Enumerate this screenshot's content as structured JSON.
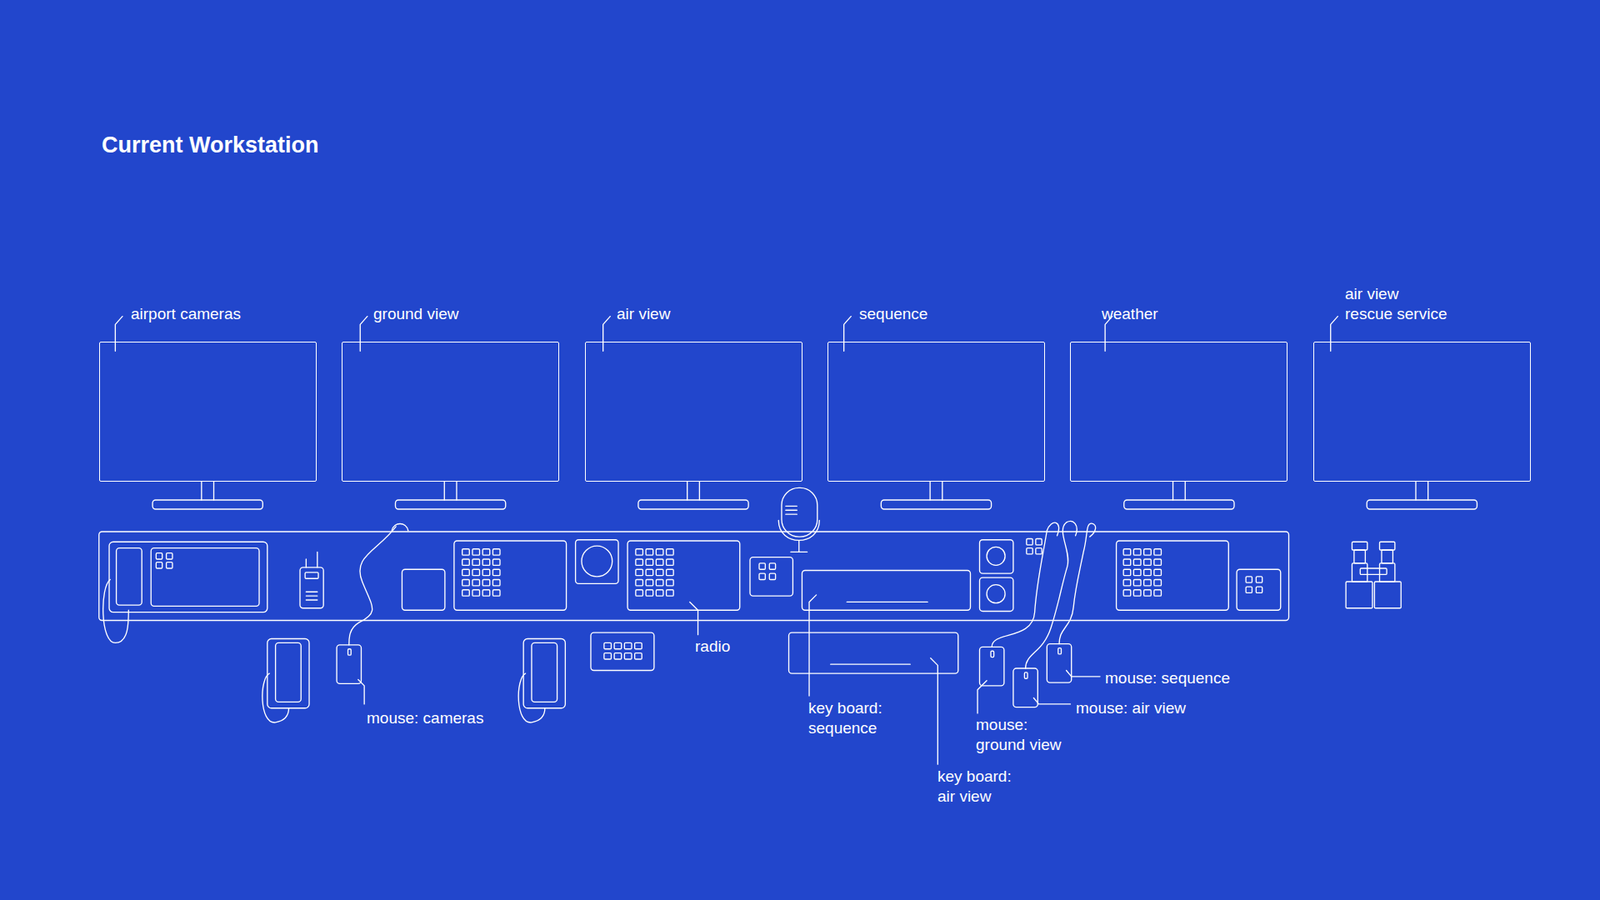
{
  "diagram": {
    "title": "Current Workstation",
    "nodes": [
      {
        "text": [
          "airport cameras"
        ]
      },
      {
        "text": [
          "ground view"
        ]
      },
      {
        "text": [
          "air view"
        ]
      },
      {
        "text": [
          "sequence"
        ]
      },
      {
        "text": [
          "weather"
        ]
      },
      {
        "text": [
          "air view rescue service"
        ]
      }
    ],
    "labels": [
      "radio",
      "mouse: cameras",
      "key board: sequence",
      "key board: air view",
      "mouse: ground view",
      "mouse: air view",
      "mouse: sequence"
    ]
  }
}
